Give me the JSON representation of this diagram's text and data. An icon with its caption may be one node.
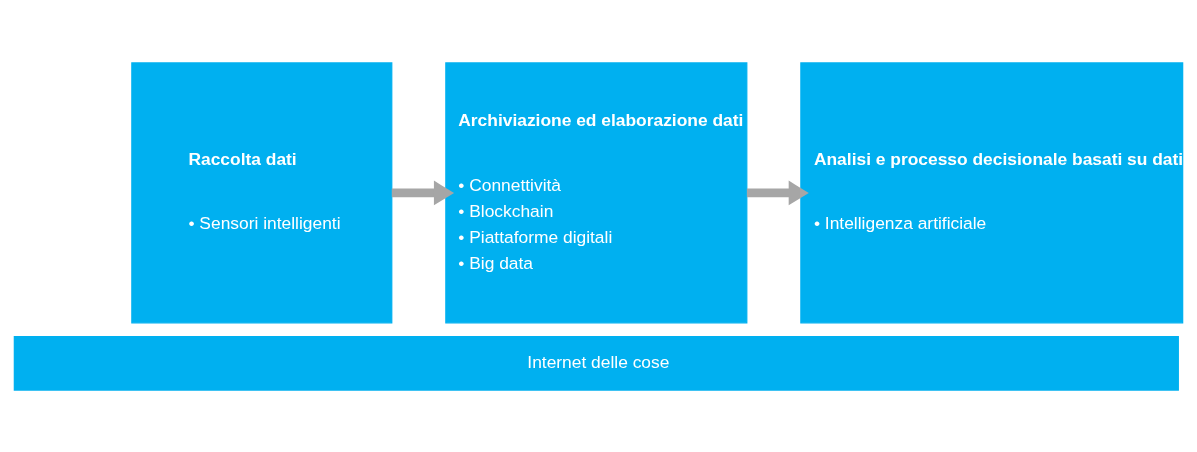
{
  "diagram": {
    "nodes": [
      {
        "text": [
          "Raccolta dati",
          "• Sensori intelligenti"
        ]
      },
      {
        "text": [
          "Archiviazione ed elaborazione dati",
          "• Connettività",
          "• Blockchain",
          "• Piattaforme digitali",
          "• Big data"
        ]
      },
      {
        "text": [
          "Analisi e processo decisionale basati su dati",
          "• Intelligenza artificiale"
        ]
      },
      {
        "text": [
          "Internet delle cose"
        ]
      }
    ],
    "edges": [
      {
        "from": 0,
        "to": 1,
        "arrow": "to"
      },
      {
        "from": 1,
        "to": 2,
        "arrow": "to"
      }
    ]
  }
}
